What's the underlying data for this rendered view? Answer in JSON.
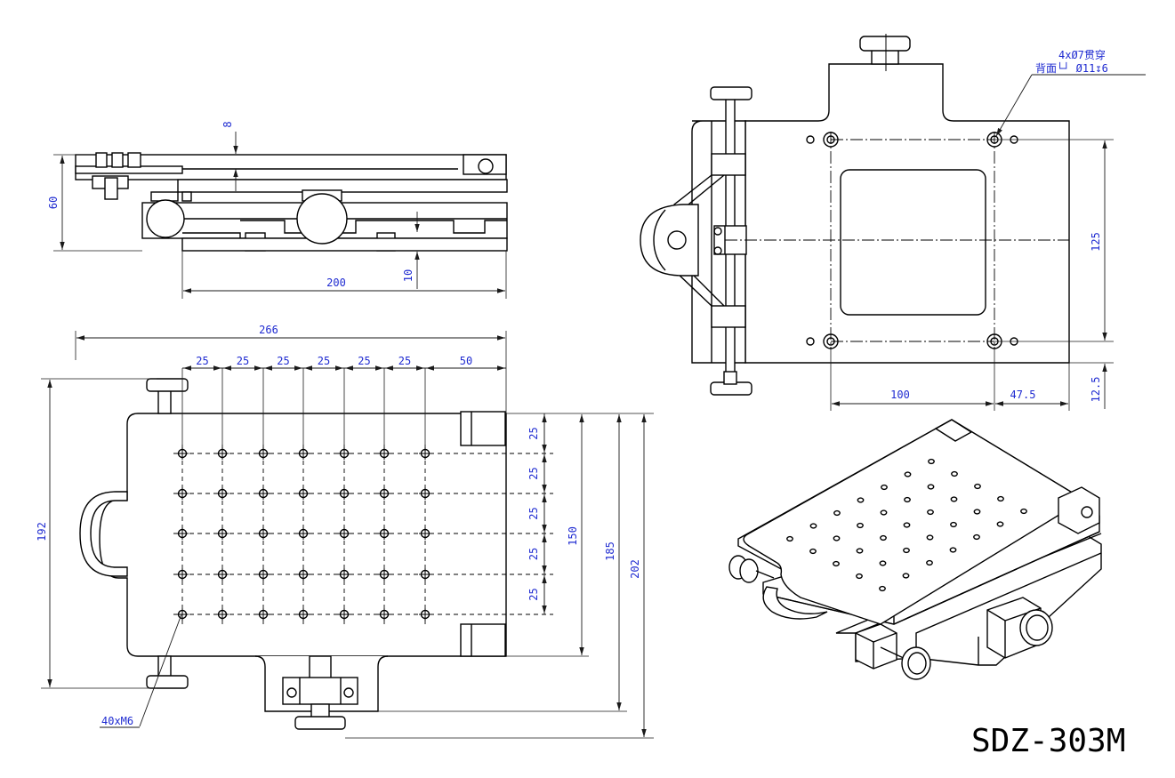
{
  "drawing": {
    "model": "SDZ-303M",
    "side_view": {
      "dims": {
        "height": "60",
        "plate_thickness": "8",
        "base_step": "10",
        "width": "200"
      }
    },
    "plan_view": {
      "dims": {
        "overall_width": "266",
        "hole_pitch_x": [
          "25",
          "25",
          "25",
          "25",
          "25",
          "25"
        ],
        "right_margin": "50",
        "plate_depth": "192",
        "hole_pitch_y": [
          "25",
          "25",
          "25",
          "25",
          "25"
        ],
        "depth_150": "150",
        "depth_185": "185",
        "depth_202": "202"
      },
      "hole_note": "40xM6"
    },
    "top_view": {
      "note_line1": "4xØ7贯穿",
      "note_line2": "背面└┘ Ø11↧6",
      "dims": {
        "vertical": "125",
        "bottom_offset": "12.5",
        "horizontal": "100",
        "right_offset": "47.5"
      }
    }
  }
}
